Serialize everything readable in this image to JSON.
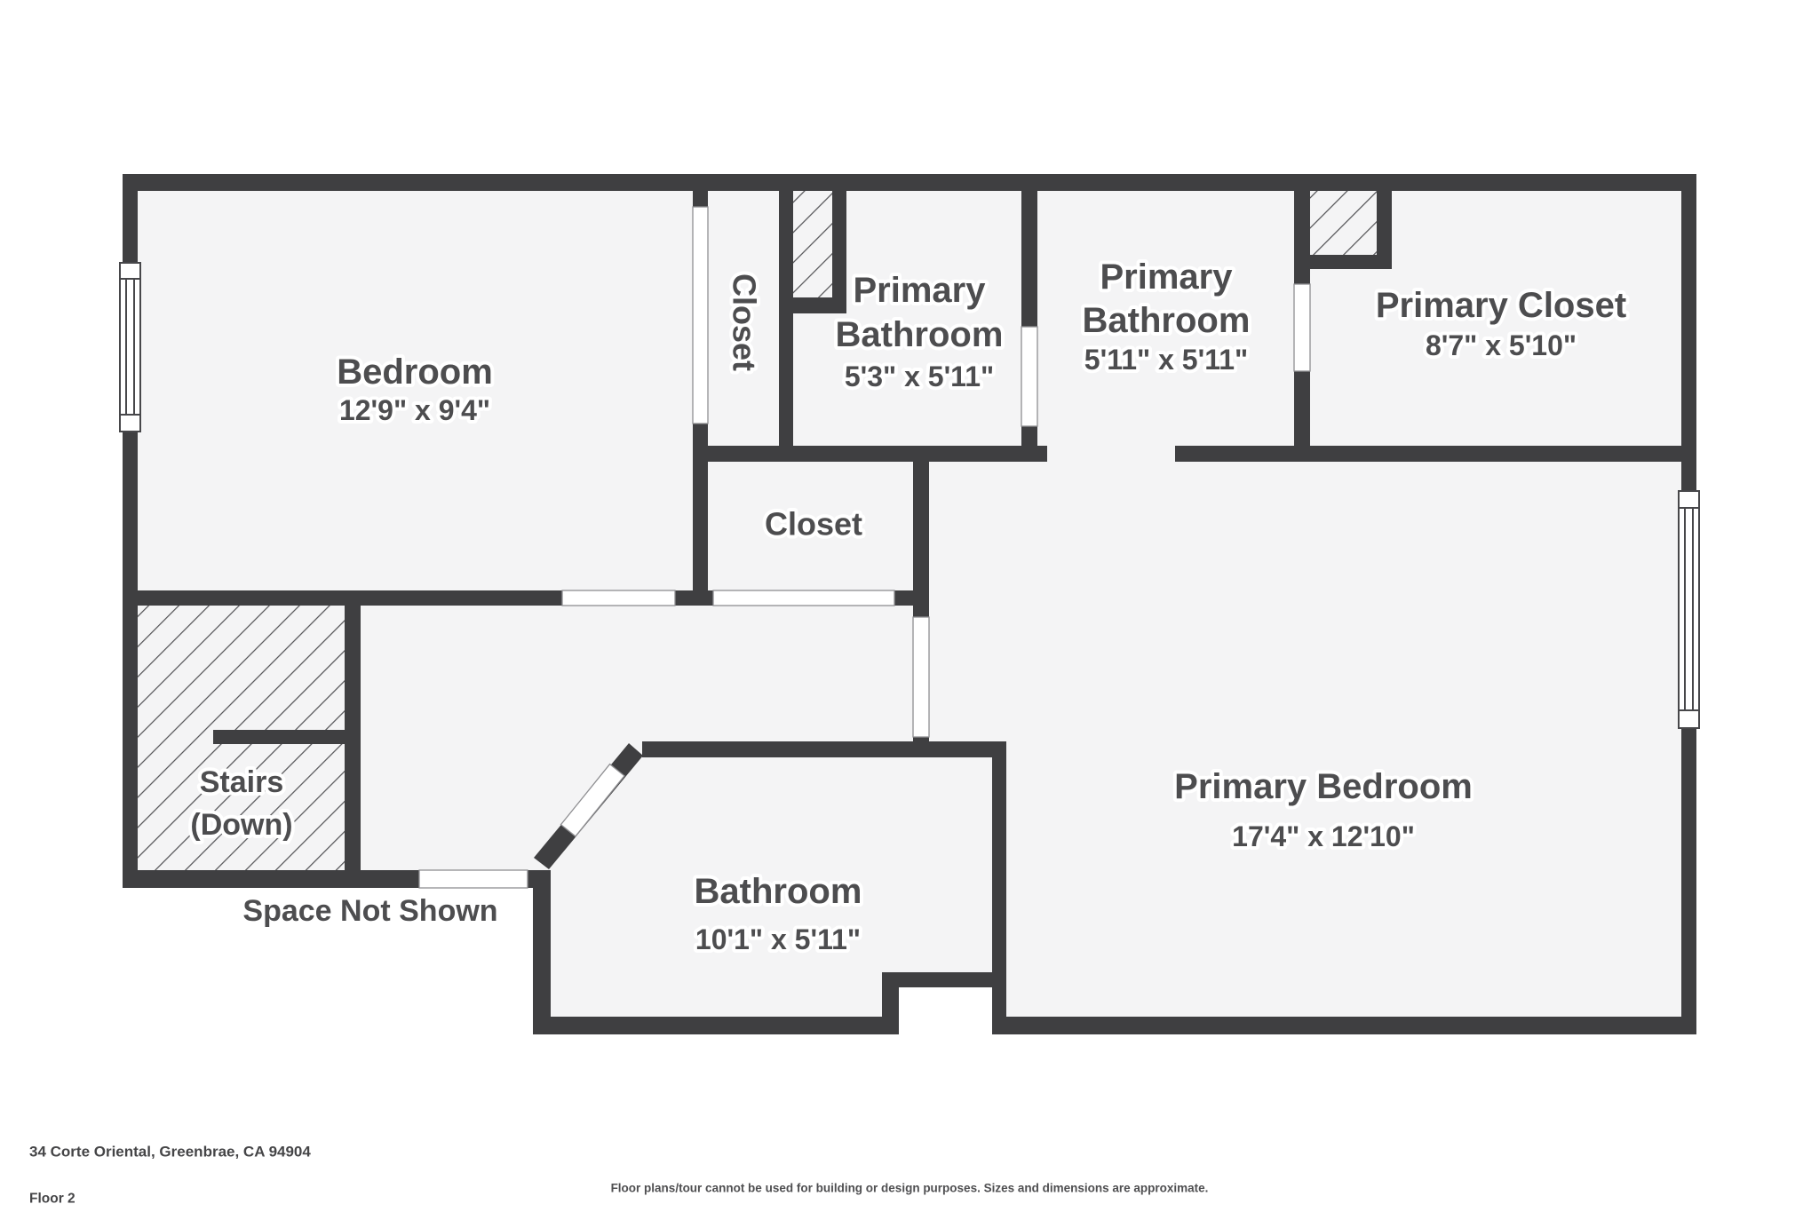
{
  "floorplan": {
    "colors": {
      "wall-color": "#3f3f41",
      "floor-color": "#f4f4f5",
      "label-color": "#4d4d4f",
      "hatch-color": "#505053"
    },
    "rooms": {
      "bedroom": {
        "name": "Bedroom",
        "dims": "12'9\" x 9'4\""
      },
      "bedroom_closet": {
        "name": "Closet"
      },
      "primary_bathroom_small": {
        "name_lines": [
          "Primary",
          "Bathroom"
        ],
        "dims": "5'3\" x 5'11\""
      },
      "primary_bathroom_large": {
        "name_lines": [
          "Primary",
          "Bathroom"
        ],
        "dims": "5'11\" x 5'11\""
      },
      "primary_closet": {
        "name": "Primary Closet",
        "dims": "8'7\" x 5'10\""
      },
      "hall_closet": {
        "name": "Closet"
      },
      "primary_bedroom": {
        "name": "Primary Bedroom",
        "dims": "17'4\" x 12'10\""
      },
      "stairs": {
        "name_lines": [
          "Stairs",
          "(Down)"
        ]
      },
      "bathroom": {
        "name": "Bathroom",
        "dims": "10'1\" x 5'11\""
      }
    },
    "annotations": {
      "space_not_shown": "Space Not Shown"
    },
    "footer": {
      "address": "34 Corte Oriental, Greenbrae, CA 94904",
      "floor_label": "Floor 2",
      "disclaimer": "Floor plans/tour cannot be used for building or design purposes. Sizes and dimensions are approximate."
    }
  }
}
